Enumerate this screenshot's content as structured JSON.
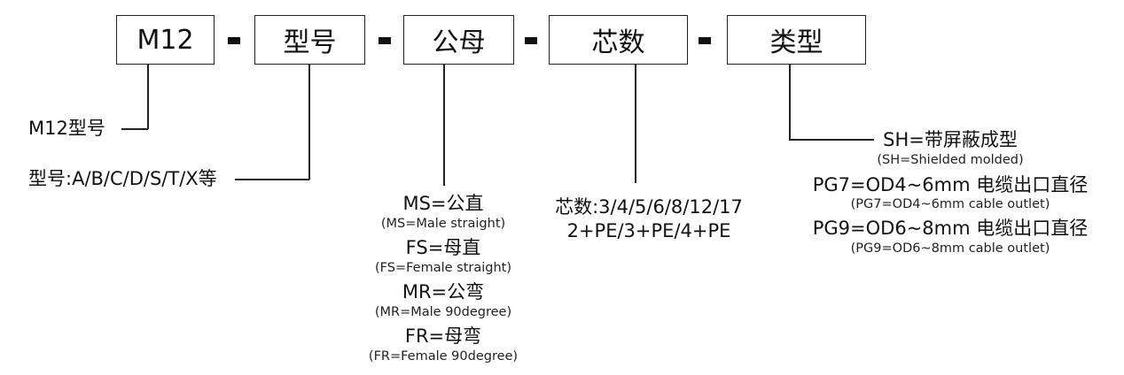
{
  "header": {
    "code": "M12",
    "fields": [
      "型号",
      "公母",
      "芯数",
      "类型"
    ],
    "separator": "-"
  },
  "model": {
    "prefix": "M12型号",
    "options": "型号:A/B/C/D/S/T/X等"
  },
  "gender": {
    "items": [
      {
        "label": "MS=公直",
        "en": "(MS=Male straight)"
      },
      {
        "label": "FS=母直",
        "en": "(FS=Female straight)"
      },
      {
        "label": "MR=公弯",
        "en": "(MR=Male 90degree)"
      },
      {
        "label": "FR=母弯",
        "en": "(FR=Female 90degree)"
      }
    ]
  },
  "cores": {
    "line1": "芯数:3/4/5/6/8/12/17",
    "line2": "2+PE/3+PE/4+PE"
  },
  "type": {
    "items": [
      {
        "label": "SH=带屏蔽成型",
        "en": "(SH=Shielded molded)"
      },
      {
        "label": "PG7=OD4~6mm 电缆出口直径",
        "en": "(PG7=OD4~6mm cable outlet)"
      },
      {
        "label": "PG9=OD6~8mm 电缆出口直径",
        "en": "(PG9=OD6~8mm cable outlet)"
      }
    ]
  }
}
